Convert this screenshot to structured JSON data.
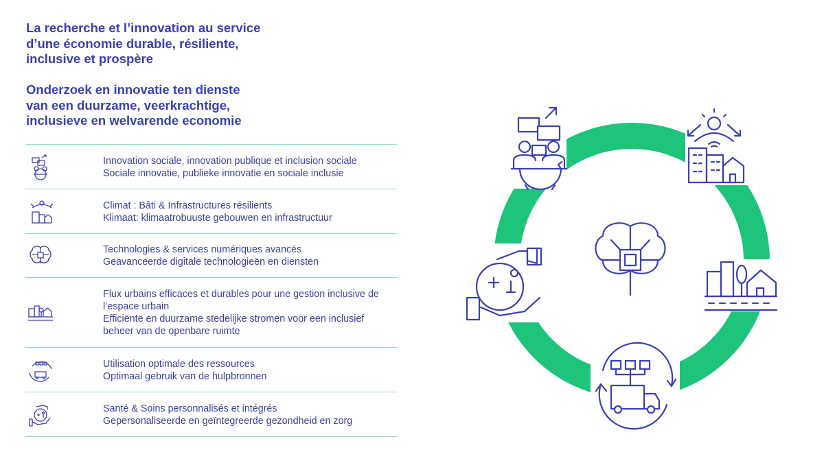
{
  "titles": {
    "fr": "La recherche et l’innovation au service\nd’une économie durable, résiliente,\ninclusive et prospère",
    "nl": "Onderzoek en innovatie ten dienste\nvan een duurzame, veerkrachtige,\ninclusieve en welvarende economie"
  },
  "items": [
    {
      "icon": "social-innovation-icon",
      "fr": "Innovation sociale, innovation publique et inclusion sociale",
      "nl": "Sociale innovatie, publieke innovatie en sociale inclusie"
    },
    {
      "icon": "climate-buildings-icon",
      "fr": "Climat : Bâti & Infrastructures résilients",
      "nl": "Klimaat: klimaatrobuuste gebouwen en infrastructuur"
    },
    {
      "icon": "digital-brain-icon",
      "fr": "Technologies & services numériques avancés",
      "nl": "Geavanceerde digitale technologieën en diensten"
    },
    {
      "icon": "urban-flows-icon",
      "fr": "Flux urbains efficaces et durables pour une gestion inclusive de l’espace urbain",
      "nl": "Efficiënte en duurzame stedelijke stromen voor een inclusief beheer van de openbare ruimte"
    },
    {
      "icon": "resources-cycle-icon",
      "fr": "Utilisation optimale des ressources",
      "nl": "Optimaal gebruik van de hulpbronnen"
    },
    {
      "icon": "health-care-icon",
      "fr": "Santé & Soins personnalisés et intégrés",
      "nl": "Gepersonaliseerde en geïntegreerde gezondheid en zorg"
    }
  ],
  "colors": {
    "primary": "#3a3fb3",
    "ring": "#1ec47a",
    "divider": "#93dbcb"
  }
}
